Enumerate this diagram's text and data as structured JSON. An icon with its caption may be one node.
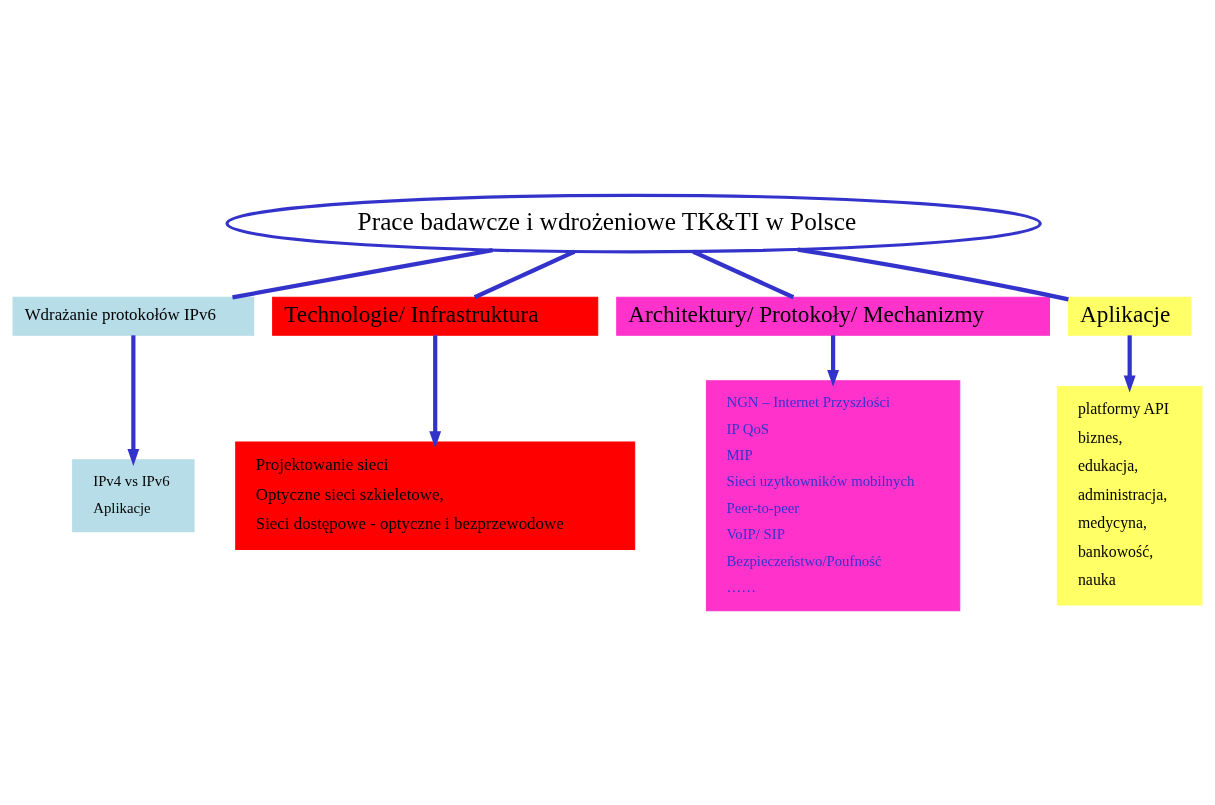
{
  "diagram": {
    "nodes": [
      {
        "text": [
          "Prace badawcze i wdrożeniowe TK&TI w Polsce"
        ]
      },
      {
        "text": [
          "Wdrażanie protokołów IPv6"
        ]
      },
      {
        "text": [
          "Technologie/ Infrastruktura"
        ]
      },
      {
        "text": [
          "Architektury/ Protokoły/ Mechanizmy"
        ]
      },
      {
        "text": [
          "Aplikacje"
        ]
      },
      {
        "text": [
          "IPv4 vs IPv6",
          "Aplikacje"
        ]
      },
      {
        "text": [
          "Projektowanie sieci",
          "Optyczne sieci szkieletowe,",
          "Sieci dostępowe - optyczne i bezprzewodowe"
        ]
      },
      {
        "text": [
          "NGN – Internet Przyszłości",
          "IP QoS",
          "MIP",
          "Sieci uzytkowników mobilnych",
          "Peer-to-peer",
          "VoIP/ SIP",
          "Bezpieczeństwo/Poufność",
          "……"
        ]
      },
      {
        "text": [
          "platformy API",
          "biznes,",
          "edukacja,",
          "administracja,",
          "medycyna,",
          "bankowość,",
          "nauka"
        ]
      }
    ],
    "edges": [
      {
        "from": 0,
        "to": 1,
        "arrow": "none"
      },
      {
        "from": 0,
        "to": 2,
        "arrow": "none"
      },
      {
        "from": 0,
        "to": 3,
        "arrow": "none"
      },
      {
        "from": 0,
        "to": 4,
        "arrow": "none"
      },
      {
        "from": 1,
        "to": 5,
        "arrow": "to"
      },
      {
        "from": 2,
        "to": 6,
        "arrow": "to"
      },
      {
        "from": 3,
        "to": 7,
        "arrow": "to"
      },
      {
        "from": 4,
        "to": 8,
        "arrow": "to"
      }
    ]
  }
}
